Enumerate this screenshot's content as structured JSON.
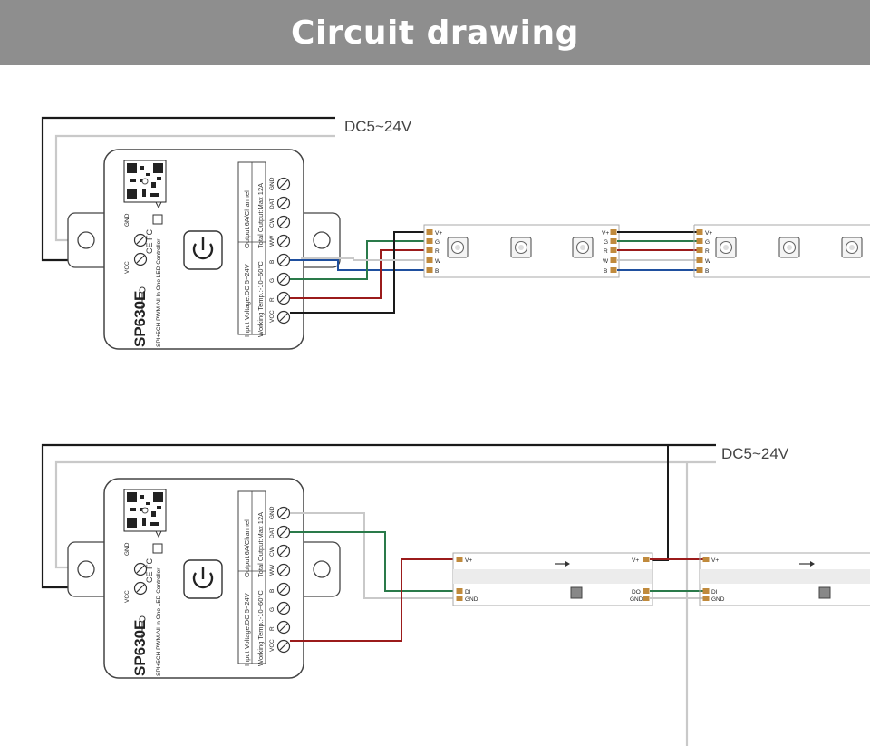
{
  "header": {
    "title": "Circuit drawing"
  },
  "power_label": "DC5~24V",
  "controller": {
    "model": "SP630E",
    "subtitle": "SPI+5CH PWM All In One LED Controller",
    "spec_input": "Input Voltage:DC 5~24V",
    "spec_temp": "Working Temp.:-10~60°C",
    "spec_output": "Output:6A/Channel",
    "spec_total": "Total Output:Max 12A",
    "left_terminals": {
      "gnd": "GND",
      "vcc": "VCC"
    },
    "right_terminals": [
      "GND",
      "DAT",
      "CW",
      "WW",
      "B",
      "G",
      "R",
      "VCC"
    ],
    "cert_marks": "CE FC"
  },
  "rgbw_strip": {
    "pins": [
      "V+",
      "G",
      "R",
      "W",
      "B"
    ]
  },
  "pixel_strip": {
    "in_pins": [
      "V+",
      "DI",
      "GND"
    ],
    "out_pins": [
      "V+",
      "DO",
      "GND"
    ]
  },
  "colors": {
    "black": "#1a1a1a",
    "gray": "#c9c9c9",
    "green": "#2a7a4a",
    "red": "#9b1b1b",
    "blue": "#1f4f9e",
    "gold": "#c08a3c",
    "banner": "#8e8e8e"
  }
}
